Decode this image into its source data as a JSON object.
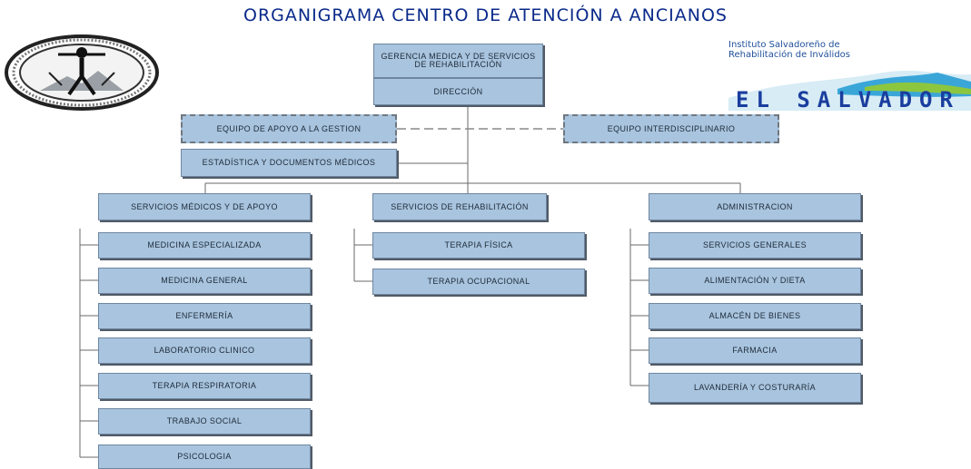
{
  "title": "ORGANIGRAMA CENTRO DE ATENCIÓN A ANCIANOS",
  "logo_right": {
    "institute": "Instituto Salvadoreño de\nRehabilitación de Inválidos",
    "country": "EL SALVADOR"
  },
  "nodes": {
    "gerencia": "GERENCIA MEDICA Y DE SERVICIOS DE REHABILITACIÓN",
    "direccion": "DIRECCIÓN",
    "equipo_apoyo": "EQUIPO DE APOYO A LA GESTION",
    "equipo_inter": "EQUIPO INTERDISCIPLINARIO",
    "estadistica": "ESTADÍSTICA Y DOCUMENTOS MÉDICOS",
    "serv_medicos": "SERVICIOS MÉDICOS Y DE APOYO",
    "serv_rehab": "SERVICIOS DE REHABILITACIÓN",
    "administracion": "ADMINISTRACION"
  },
  "medicos_children": [
    "MEDICINA ESPECIALIZADA",
    "MEDICINA GENERAL",
    "ENFERMERÍA",
    "LABORATORIO CLINICO",
    "TERAPIA RESPIRATORIA",
    "TRABAJO SOCIAL",
    "PSICOLOGIA"
  ],
  "rehab_children": [
    "TERAPIA FÍSICA",
    "TERAPIA OCUPACIONAL"
  ],
  "admin_children": [
    "SERVICIOS GENERALES",
    "ALIMENTACIÓN Y DIETA",
    "ALMACÉN DE BIENES",
    "FARMACIA",
    "LAVANDERÍA Y COSTURARÍA"
  ]
}
